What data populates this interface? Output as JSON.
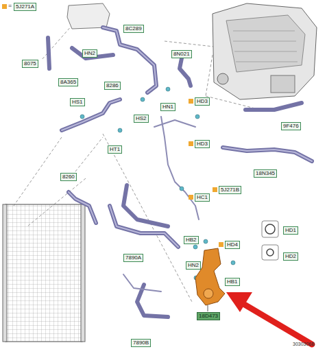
{
  "diagram": {
    "labels": [
      "=",
      "8C289",
      "8075",
      "HN2",
      "8A365",
      "8N021",
      "8286",
      "HN1",
      "HD3",
      "HS1",
      "HS2",
      "HD3",
      "HT1",
      "9F476",
      "8260",
      "18N345",
      "5J271B",
      "HC1",
      "HD1",
      "HB2",
      "HD4",
      "7890A",
      "HD2",
      "HN2",
      "HB1",
      "18D473",
      "7890B",
      "3030306B"
    ],
    "legend": [
      {
        "text": "5J271A",
        "color": "#f0a830"
      }
    ]
  }
}
